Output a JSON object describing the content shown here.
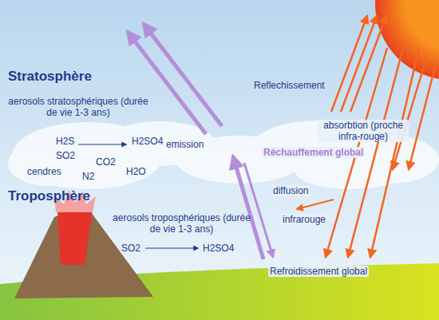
{
  "diagram": {
    "labels": [
      "Stratosphère",
      "aerosols stratosphériques (durée de vie 1-3 ans)",
      "H2S",
      "H2SO4",
      "SO2",
      "CO2",
      "cendres",
      "N2",
      "H2O",
      "emission",
      "Troposphère",
      "aerosols troposphériques (durée de vie 1-3 ans)",
      "SO2",
      "H2SO4",
      "Reflechissement",
      "absorbtion (proche infra-rouge)",
      "Réchauffement global",
      "diffusion",
      "infrarouge",
      "Refroidissement global"
    ]
  }
}
